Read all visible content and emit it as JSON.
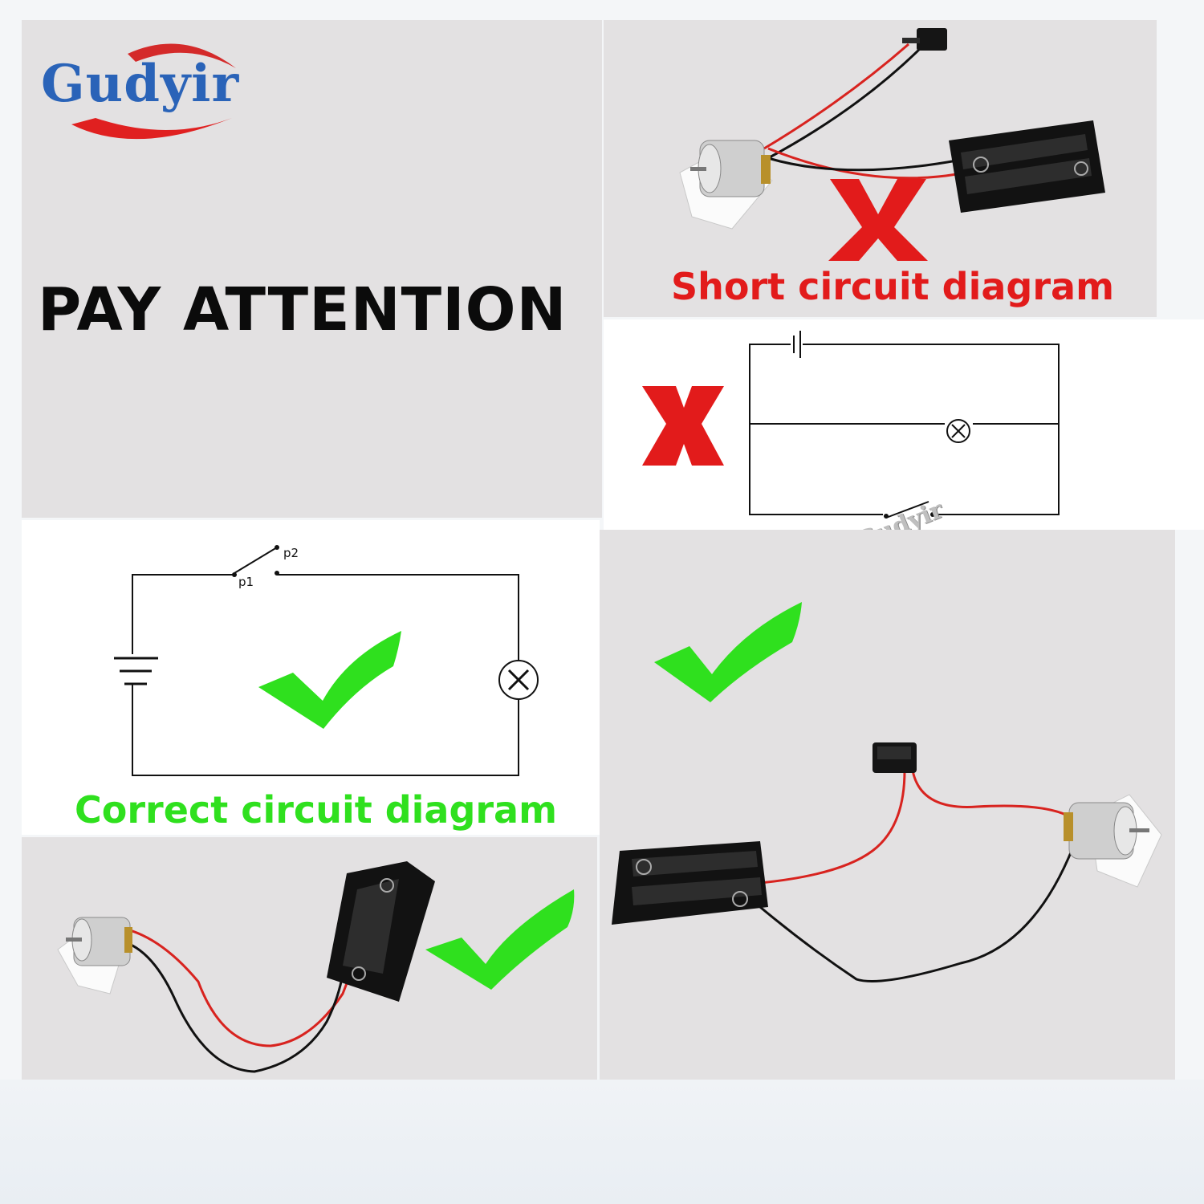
{
  "brand": {
    "logo_text": "Gudyir",
    "watermark": "Gudyir"
  },
  "heading": "PAY ATTENTION",
  "short_caption": "Short circuit diagram",
  "correct_caption": "Correct circuit diagram",
  "switch_labels": {
    "p1": "p1",
    "p2": "p2"
  },
  "lamp_symbol": "X",
  "colors": {
    "wrong": "#e21b1b",
    "right": "#2fe01e",
    "wire_red": "#d8231f",
    "wire_black": "#111111",
    "logo_blue": "#2a63b8"
  }
}
